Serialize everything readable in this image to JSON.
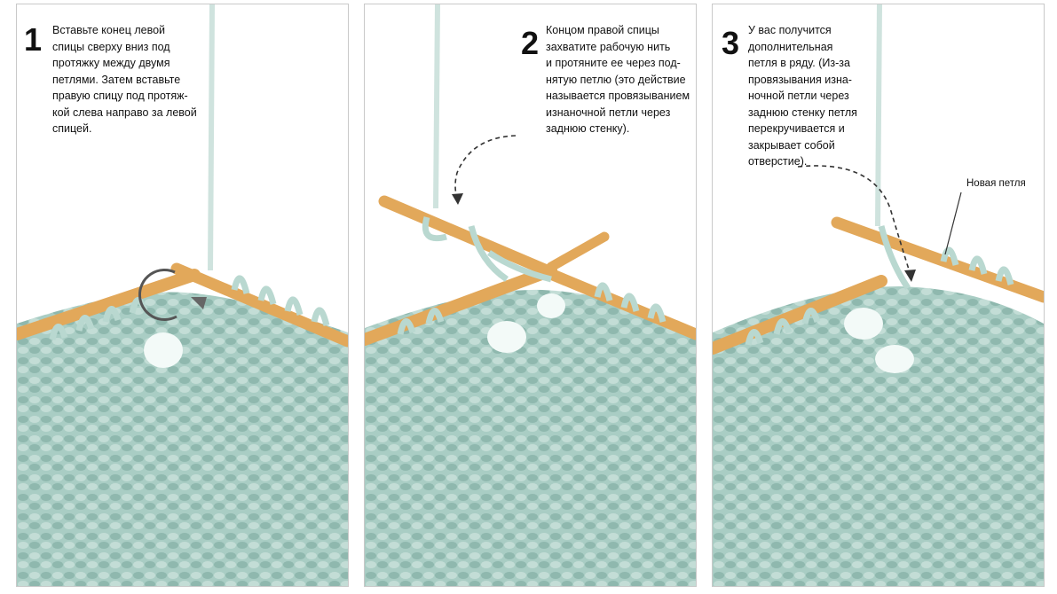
{
  "colors": {
    "yarn": "#9fc6bd",
    "yarn_dark": "#7fa79e",
    "needle": "#e2a85a",
    "needle_dark": "#c98a3c",
    "background": "#ffffff"
  },
  "steps": [
    {
      "number": "1",
      "text": "Вставьте конец левой\nспицы сверху вниз под\nпротяжку между двумя\nпетлями. Затем вставьте\nправую спицу под протяж-\nкой слева направо за левой\nспицей."
    },
    {
      "number": "2",
      "text": "Концом правой спицы\nзахватите рабочую нить\nи протяните ее через под-\nнятую петлю (это действие\nназывается провязыванием\nизнаночной петли через\nзаднюю стенку)."
    },
    {
      "number": "3",
      "text": "У вас получится\nдополнительная\nпетля в ряду. (Из-за\nпровязывания изна-\nночной петли через\nзаднюю стенку петля\nперекручивается и\nзакрывает собой\nотверстие).",
      "callout": "Новая петля"
    }
  ],
  "icons": [
    "curved-arrow-icon",
    "dashed-arrow-icon"
  ]
}
